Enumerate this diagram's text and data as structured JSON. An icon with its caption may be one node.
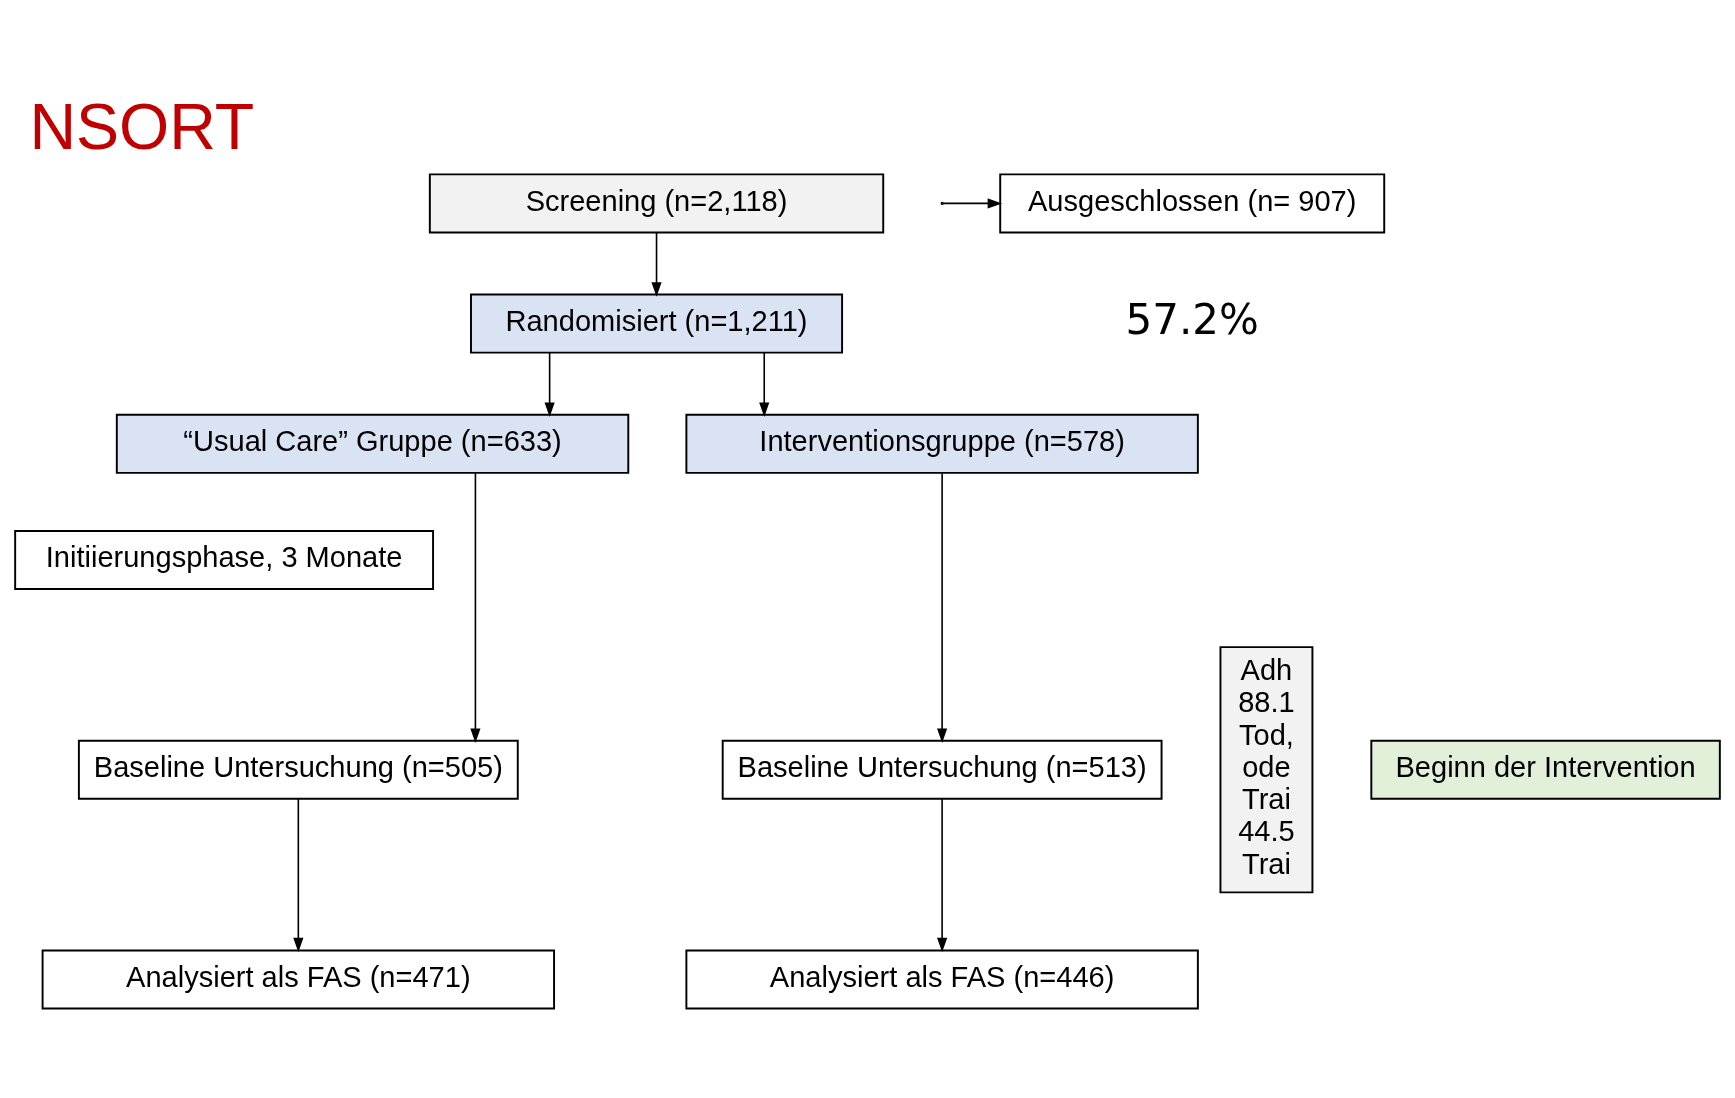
{
  "diagram": {
    "title": "NSORT",
    "nodes": [
      {
        "text": [
          "Screening (n=2,118)"
        ]
      },
      {
        "text": [
          "Ausgeschlossen (n= 907)"
        ]
      },
      {
        "text": [
          "Randomisiert (n=1,211)"
        ]
      },
      {
        "text": [
          "“Usual Care” Gruppe (n=633)"
        ]
      },
      {
        "text": [
          "Interventionsgruppe (n=578)"
        ]
      },
      {
        "text": [
          "Initiierungsphase, 3 Monate"
        ]
      },
      {
        "text": [
          "Baseline Untersuchung (n=505)"
        ]
      },
      {
        "text": [
          "Beginn der Intervention"
        ]
      },
      {
        "text": [
          "Baseline Untersuchung (n=513)"
        ]
      },
      {
        "text": [
          "Analysiert als FAS (n=471)"
        ]
      },
      {
        "text": [
          "Analysiert als FAS (n=446)"
        ]
      },
      {
        "text": [
          "Adh",
          "88.1",
          "Tod,",
          "ode",
          "Trai",
          "44.5",
          "Trai"
        ]
      }
    ],
    "edges": [
      {
        "from": 0,
        "to": 2,
        "arrow": "to"
      },
      {
        "from": null,
        "to": 1,
        "arrow": "to"
      },
      {
        "from": 2,
        "to": 3,
        "arrow": "to"
      },
      {
        "from": 2,
        "to": 4,
        "arrow": "to"
      },
      {
        "from": 3,
        "to": 6,
        "arrow": "to"
      },
      {
        "from": 4,
        "to": 8,
        "arrow": "to"
      },
      {
        "from": 6,
        "to": 9,
        "arrow": "to"
      },
      {
        "from": 8,
        "to": 10,
        "arrow": "to"
      }
    ],
    "labels": [
      "57.2%"
    ]
  }
}
